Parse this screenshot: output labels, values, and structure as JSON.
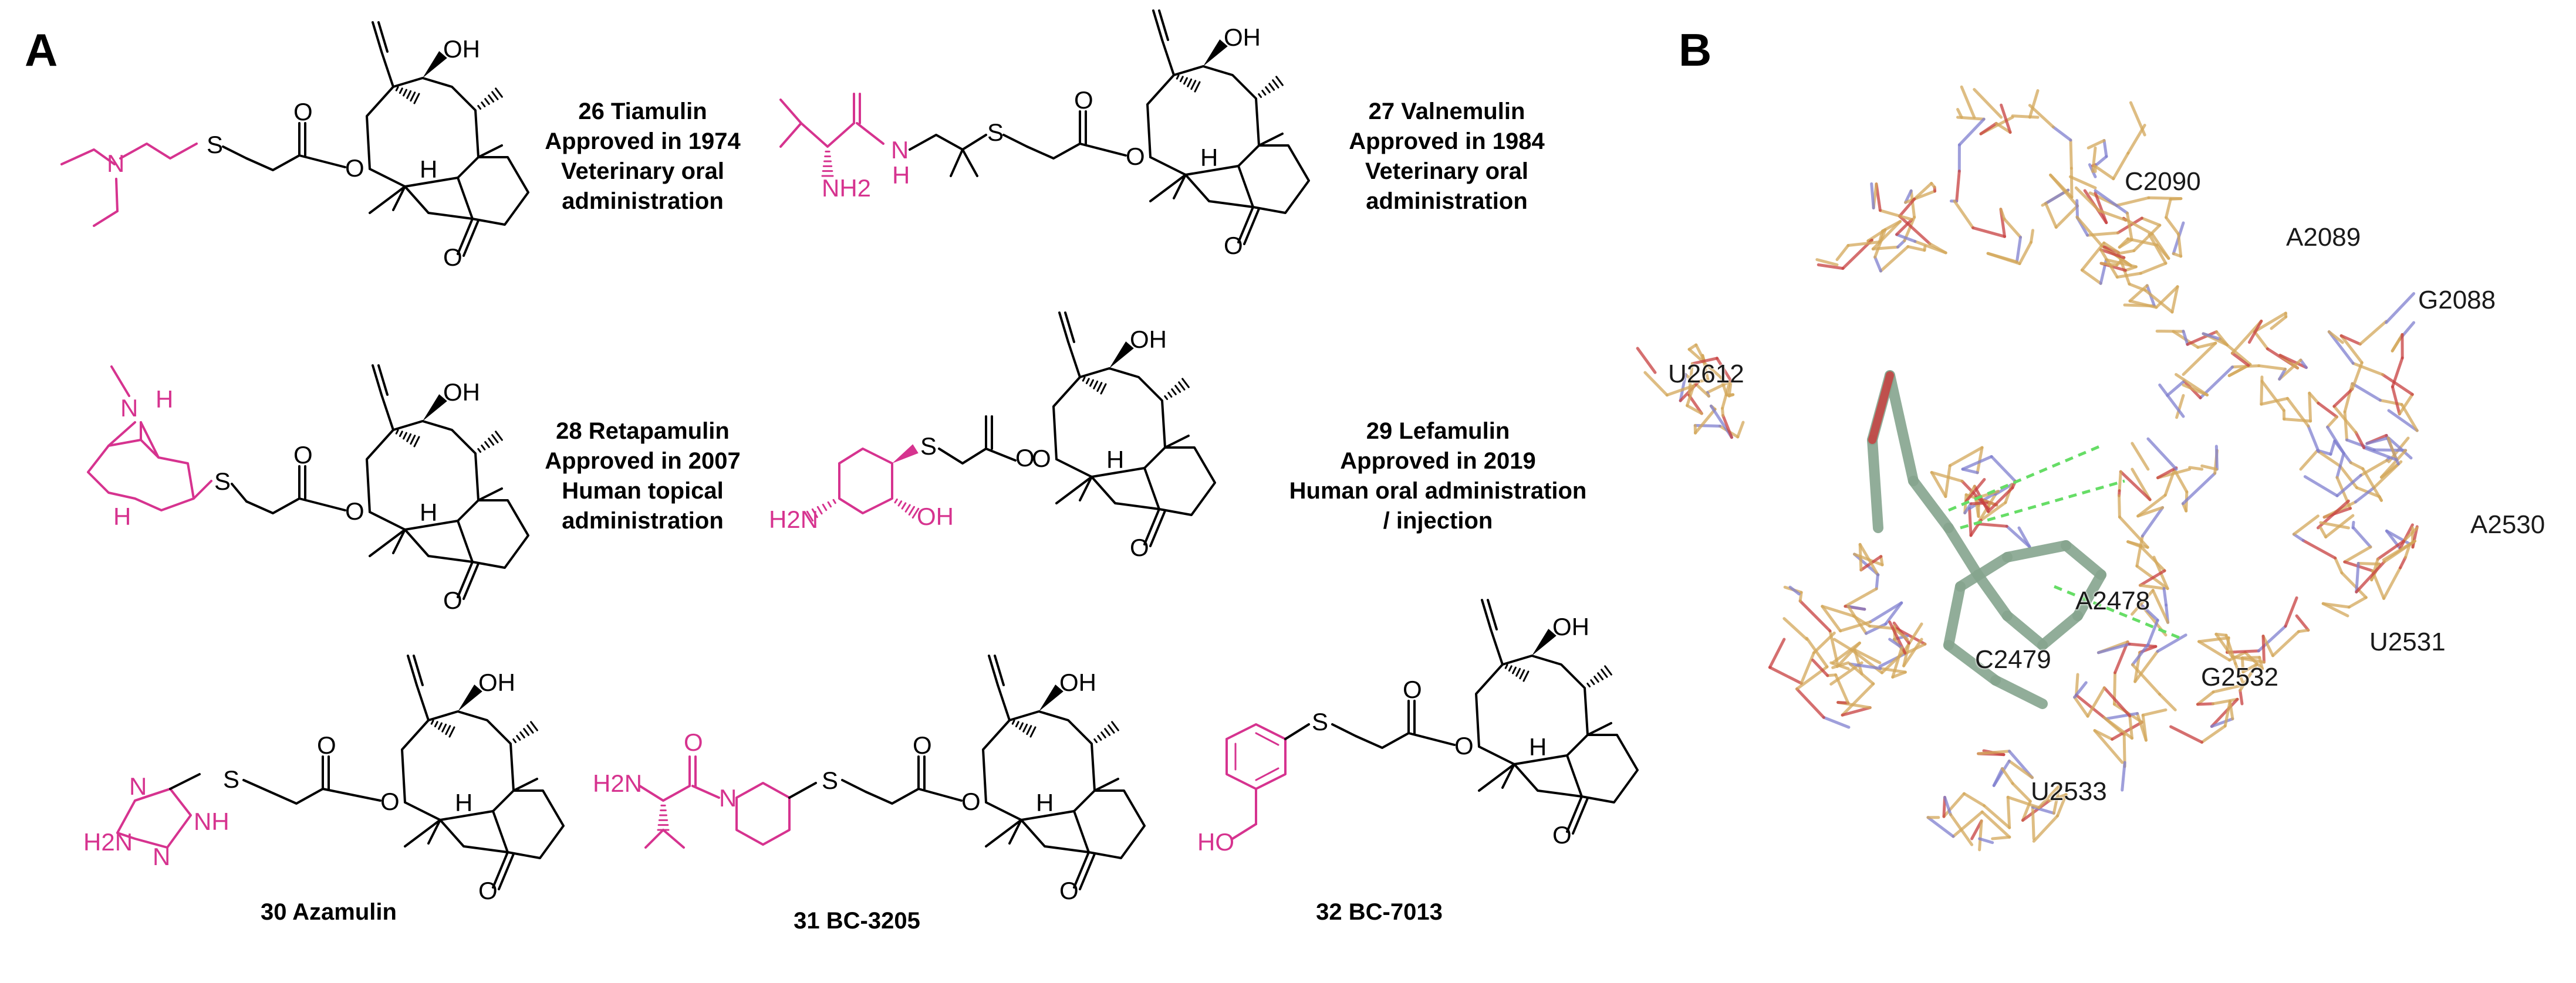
{
  "panel_a": {
    "letter": "A",
    "compounds": [
      {
        "id": "tiamulin",
        "lines": [
          "26 Tiamulin",
          "Approved in 1974",
          "Veterinary oral",
          "administration"
        ],
        "side_chain_atoms": [
          "N",
          "S"
        ]
      },
      {
        "id": "valnemulin",
        "lines": [
          "27 Valnemulin",
          "Approved in 1984",
          "Veterinary oral",
          "administration"
        ],
        "side_chain_atoms": [
          "NH2",
          "N",
          "H",
          "S"
        ]
      },
      {
        "id": "retapamulin",
        "lines": [
          "28 Retapamulin",
          "Approved in 2007",
          "Human topical",
          "administration"
        ],
        "side_chain_atoms": [
          "N",
          "H",
          "H",
          "S"
        ]
      },
      {
        "id": "lefamulin",
        "lines": [
          "29 Lefamulin",
          "Approved in 2019",
          "Human oral administration",
          "/ injection"
        ],
        "side_chain_atoms": [
          "H2N",
          "OH",
          "S"
        ]
      },
      {
        "id": "azamulin",
        "lines": [
          "30 Azamulin"
        ],
        "side_chain_atoms": [
          "H2N",
          "N",
          "N",
          "NH",
          "S"
        ]
      },
      {
        "id": "bc3205",
        "lines": [
          "31 BC-3205"
        ],
        "side_chain_atoms": [
          "H2N",
          "O",
          "N",
          "S"
        ]
      },
      {
        "id": "bc7013",
        "lines": [
          "32 BC-7013"
        ],
        "side_chain_atoms": [
          "HO",
          "S"
        ]
      }
    ],
    "core_atoms": {
      "oh": "OH",
      "h": "H",
      "o": "O"
    },
    "colors": {
      "side_chain": "#d6338f",
      "core": "#000000"
    }
  },
  "panel_b": {
    "letter": "B",
    "residues": [
      "C2090",
      "A2089",
      "G2088",
      "U2612",
      "A2530",
      "A2478",
      "U2531",
      "C2479",
      "G2532",
      "U2533"
    ],
    "colors": {
      "rna_carbon": "#d4a85a",
      "nitrogen": "#7f7fcf",
      "oxygen": "#c84040",
      "ligand": "#86a58e",
      "hbond": "#66dd66"
    }
  }
}
